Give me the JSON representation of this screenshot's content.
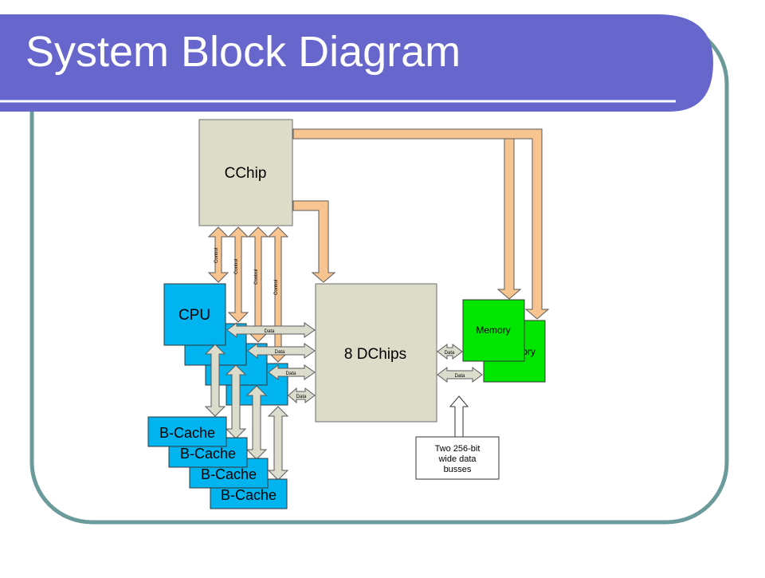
{
  "slide": {
    "title": "System Block Diagram",
    "colors": {
      "title_bar": "#6666cc",
      "frame": "#6a9a9a",
      "chip": "#dcdcc8",
      "cpu": "#00b4f0",
      "memory": "#00e600",
      "control_arrow": "#f8c490",
      "data_arrow": "#dcdccc"
    }
  },
  "diagram": {
    "cchip": "CChip",
    "dchips": "8 DChips",
    "cpu": "CPU",
    "memory": "Memory",
    "memory_back_visible": "ory",
    "bcache": "B-Cache",
    "control_label": "Control",
    "data_label": "Data",
    "note": [
      "Two 256-bit",
      "wide data",
      "busses"
    ]
  }
}
